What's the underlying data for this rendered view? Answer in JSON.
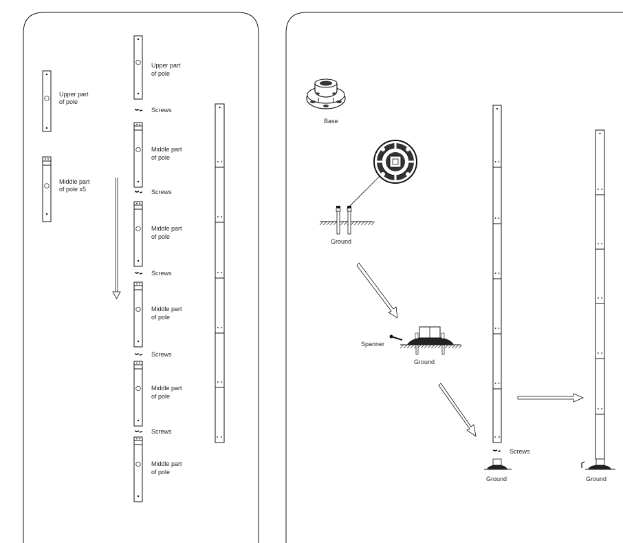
{
  "left_panel": {
    "legend": {
      "upper_label_1": "Upper part",
      "upper_label_2": "of pole",
      "middle_label_1": "Middle part",
      "middle_label_2": "of pole  x5"
    },
    "stack": {
      "upper_label_1": "Upper part",
      "upper_label_2": "of pole",
      "screws_label": "Screws",
      "middle_label_1": "Middle part",
      "middle_label_2": "of pole"
    }
  },
  "right_panel": {
    "base_label": "Base",
    "ground_label": "Ground",
    "spanner_label": "Spanner",
    "screws_label": "Screws"
  },
  "colors": {
    "line": "#111111",
    "background": "#ffffff"
  }
}
